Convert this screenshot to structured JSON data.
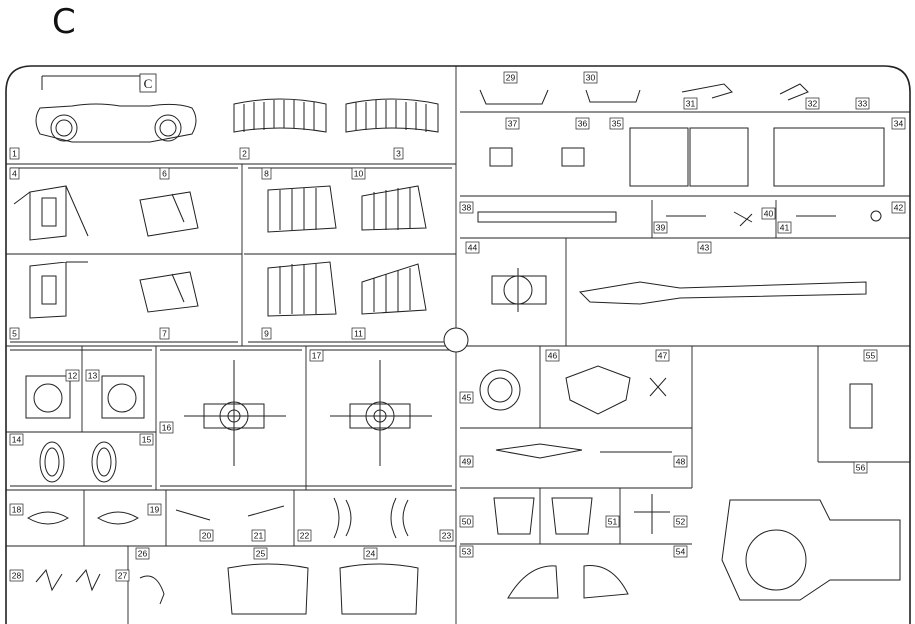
{
  "sprue_letter": "C",
  "tab_letter": "C",
  "parts": [
    {
      "n": "1"
    },
    {
      "n": "2"
    },
    {
      "n": "3"
    },
    {
      "n": "4"
    },
    {
      "n": "5"
    },
    {
      "n": "6"
    },
    {
      "n": "7"
    },
    {
      "n": "8"
    },
    {
      "n": "9"
    },
    {
      "n": "10"
    },
    {
      "n": "11"
    },
    {
      "n": "12"
    },
    {
      "n": "13"
    },
    {
      "n": "14"
    },
    {
      "n": "15"
    },
    {
      "n": "16"
    },
    {
      "n": "17"
    },
    {
      "n": "18"
    },
    {
      "n": "19"
    },
    {
      "n": "20"
    },
    {
      "n": "21"
    },
    {
      "n": "22"
    },
    {
      "n": "23"
    },
    {
      "n": "24"
    },
    {
      "n": "25"
    },
    {
      "n": "26"
    },
    {
      "n": "27"
    },
    {
      "n": "28"
    },
    {
      "n": "29"
    },
    {
      "n": "30"
    },
    {
      "n": "31"
    },
    {
      "n": "32"
    },
    {
      "n": "33"
    },
    {
      "n": "34"
    },
    {
      "n": "35"
    },
    {
      "n": "36"
    },
    {
      "n": "37"
    },
    {
      "n": "38"
    },
    {
      "n": "39"
    },
    {
      "n": "40"
    },
    {
      "n": "41"
    },
    {
      "n": "42"
    },
    {
      "n": "43"
    },
    {
      "n": "44"
    },
    {
      "n": "45"
    },
    {
      "n": "46"
    },
    {
      "n": "47"
    },
    {
      "n": "48"
    },
    {
      "n": "49"
    },
    {
      "n": "50"
    },
    {
      "n": "51"
    },
    {
      "n": "52"
    },
    {
      "n": "53"
    },
    {
      "n": "54"
    },
    {
      "n": "55"
    },
    {
      "n": "56"
    }
  ]
}
